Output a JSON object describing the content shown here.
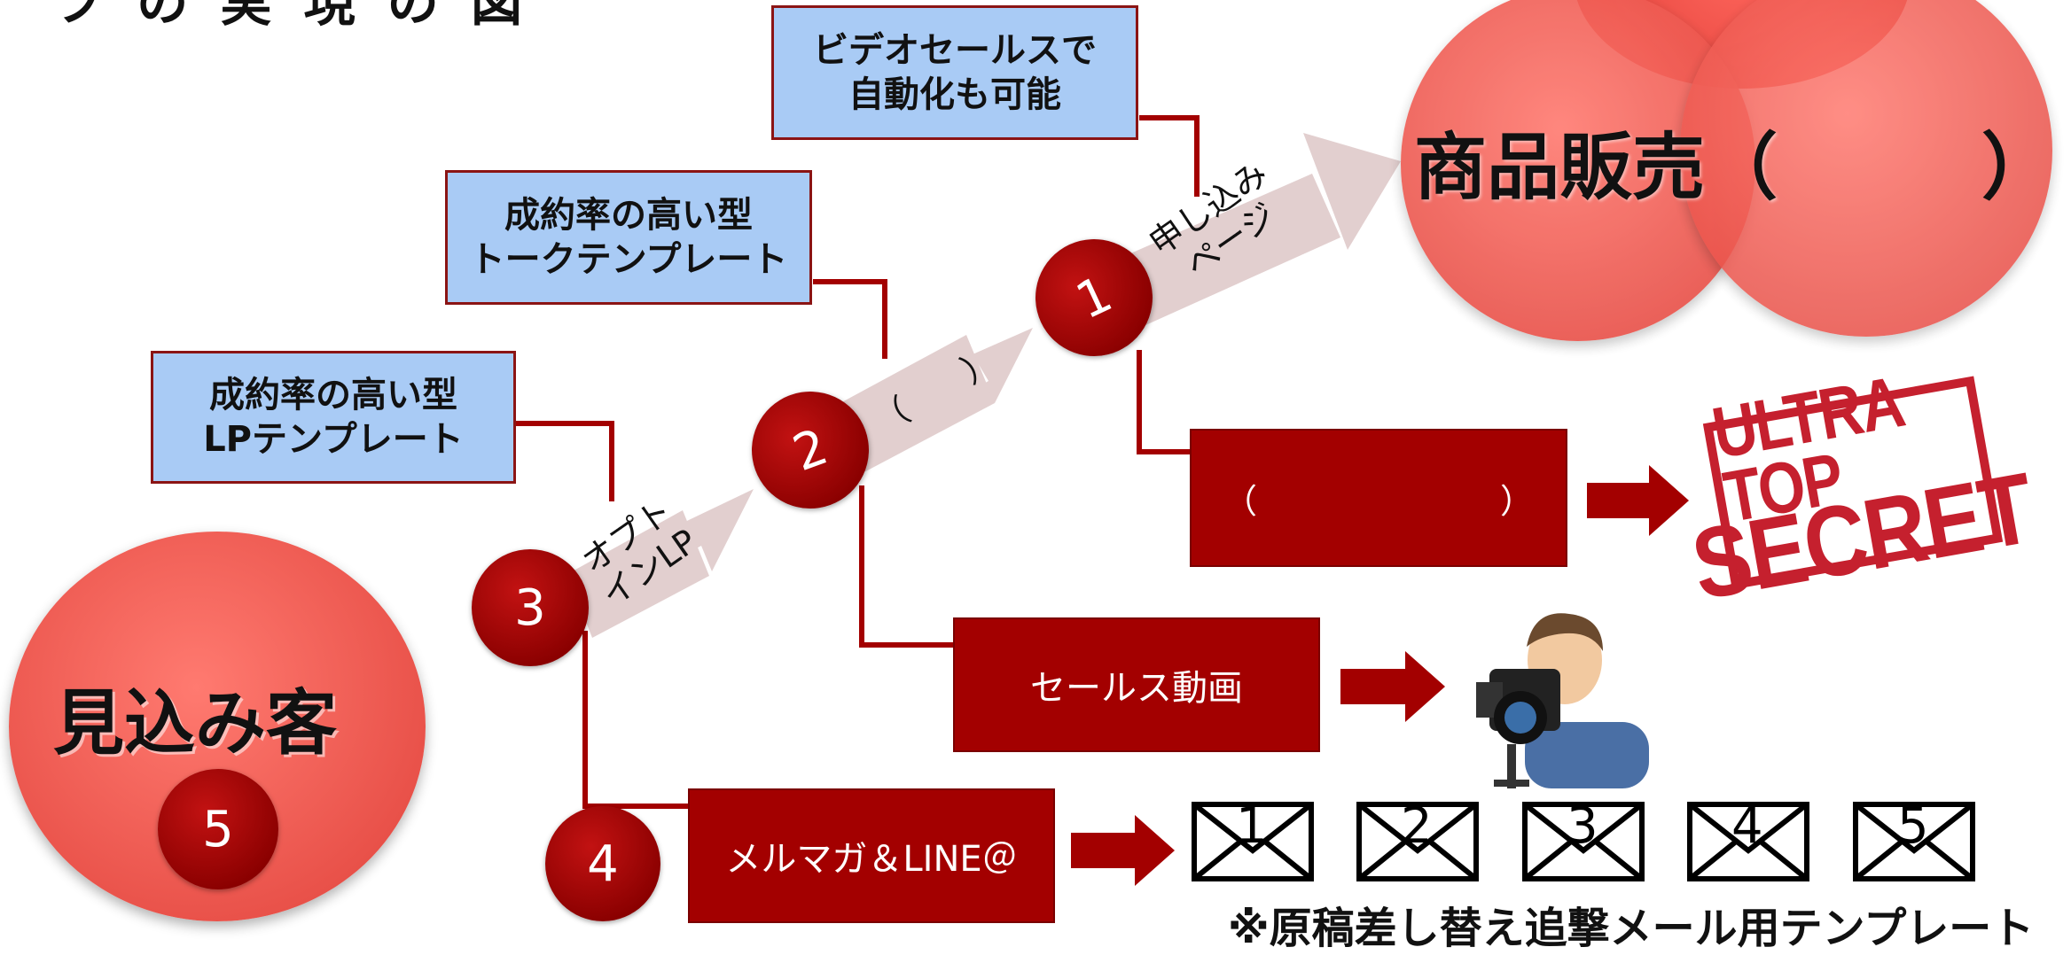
{
  "header_fragment": "フ   の 実 現 の 図",
  "colors": {
    "red_circle": "#f05a50",
    "dark_red": "#a30000",
    "blue_box": "#a9cbf5",
    "arrow": "#e2cfcf"
  },
  "prospect": {
    "label": "見込み客",
    "number": "5"
  },
  "sales_circle": {
    "label": "商品販売（",
    "label_close": "）"
  },
  "steps": [
    {
      "number": "1",
      "arrow_label_line1": "申し込み",
      "arrow_label_line2": "ページ"
    },
    {
      "number": "2",
      "arrow_label_line1": "（　　）",
      "arrow_label_line2": ""
    },
    {
      "number": "3",
      "arrow_label_line1": "オプト",
      "arrow_label_line2": "インLP"
    },
    {
      "number": "4"
    }
  ],
  "notes": {
    "video": {
      "line1": "ビデオセールスで",
      "line2": "自動化も可能"
    },
    "talk": {
      "line1": "成約率の高い型",
      "line2": "トークテンプレート"
    },
    "lp": {
      "line1": "成約率の高い型",
      "line2": "LPテンプレート"
    }
  },
  "red_boxes": {
    "secret_open": "（",
    "secret_close": "）",
    "sales_video": "セールス動画",
    "mail": "メルマガ＆LINE＠"
  },
  "secret_stamp": {
    "line1": "ULTRA TOP",
    "line2": "SECRET"
  },
  "icons": {
    "stamp": "ultra-top-secret-stamp-icon",
    "camera": "cameraman-icon",
    "mail": "envelope-icon"
  },
  "envelopes": [
    "1",
    "2",
    "3",
    "4",
    "5"
  ],
  "footnote": "※原稿差し替え追撃メール用テンプレート"
}
